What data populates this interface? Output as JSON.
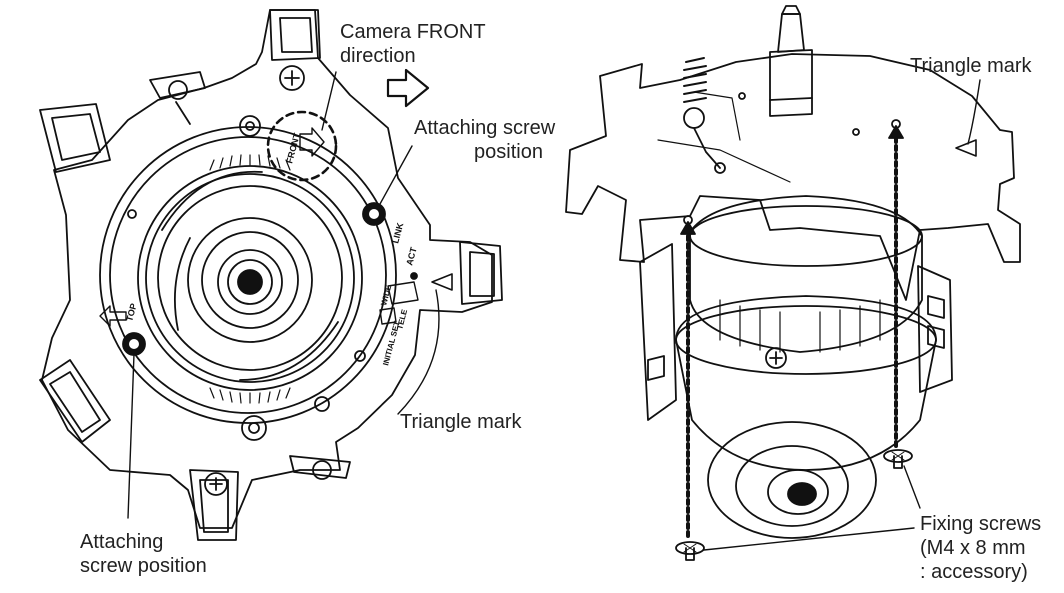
{
  "left_view": {
    "camera_front_label": [
      "Camera FRONT",
      "direction"
    ],
    "attaching_screw_label_right": [
      "Attaching screw",
      "position"
    ],
    "attaching_screw_label_left": [
      "Attaching",
      "screw position"
    ],
    "triangle_mark_label": "Triangle mark",
    "part_markings": {
      "front": "FRONT",
      "top": "TOP",
      "link": "LINK",
      "act": "ACT",
      "wide": "WIDE",
      "tele": "TELE",
      "initial_set": "INITIAL SET"
    }
  },
  "right_view": {
    "triangle_mark_label": "Triangle mark",
    "fixing_screws_label": [
      "Fixing screws",
      "(M4 x 8 mm",
      ": accessory)"
    ]
  },
  "colors": {
    "line": "#111111",
    "text": "#222222",
    "background": "#ffffff"
  }
}
